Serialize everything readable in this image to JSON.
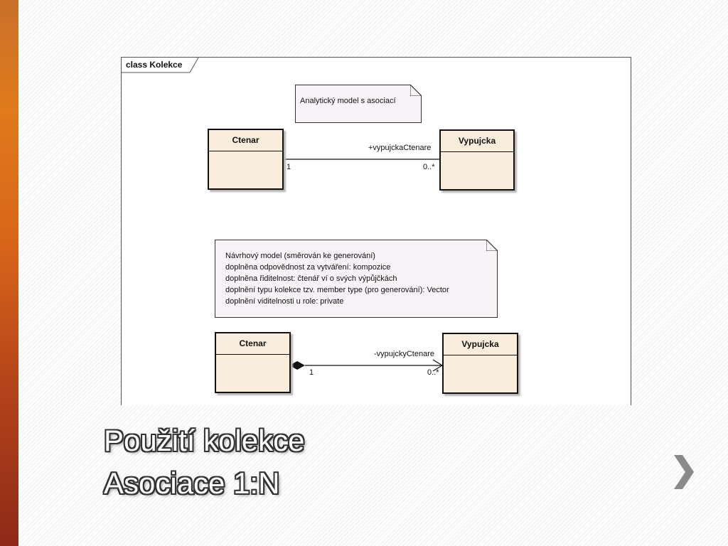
{
  "colors": {
    "accent_bar_top": "#e07a1c",
    "accent_bar_bottom": "#8e2a18",
    "class_fill": "#f8edda",
    "note_fill": "#f7f3f7",
    "nav_arrow": "#8a8a8a"
  },
  "diagram": {
    "frame_label": "class Kolekce",
    "analytic_note": "Analytický model s asociací",
    "top": {
      "left_class": "Ctenar",
      "right_class": "Vypujcka",
      "role": "+vypujckaCtenare",
      "mult_left": "1",
      "mult_right": "0..*"
    },
    "design_note": {
      "lines": [
        "Návrhový model (směrován ke generování)",
        "doplněna odpovědnost za vytváření: kompozice",
        "doplněna řiditelnost: čtenář ví o svých výpůjčkách",
        "doplnění typu kolekce tzv. member type (pro generování): Vector",
        "doplnění viditelnosti u role: private"
      ]
    },
    "bottom": {
      "left_class": "Ctenar",
      "right_class": "Vypujcka",
      "role": "-vypujckyCtenare",
      "mult_left": "1",
      "mult_right": "0..*"
    }
  },
  "slide": {
    "title_line1": "Použití kolekce",
    "title_line2": "Asociace 1:N"
  },
  "icons": {
    "next": "chevron-right-icon",
    "note_corner": "folded-corner-icon"
  }
}
